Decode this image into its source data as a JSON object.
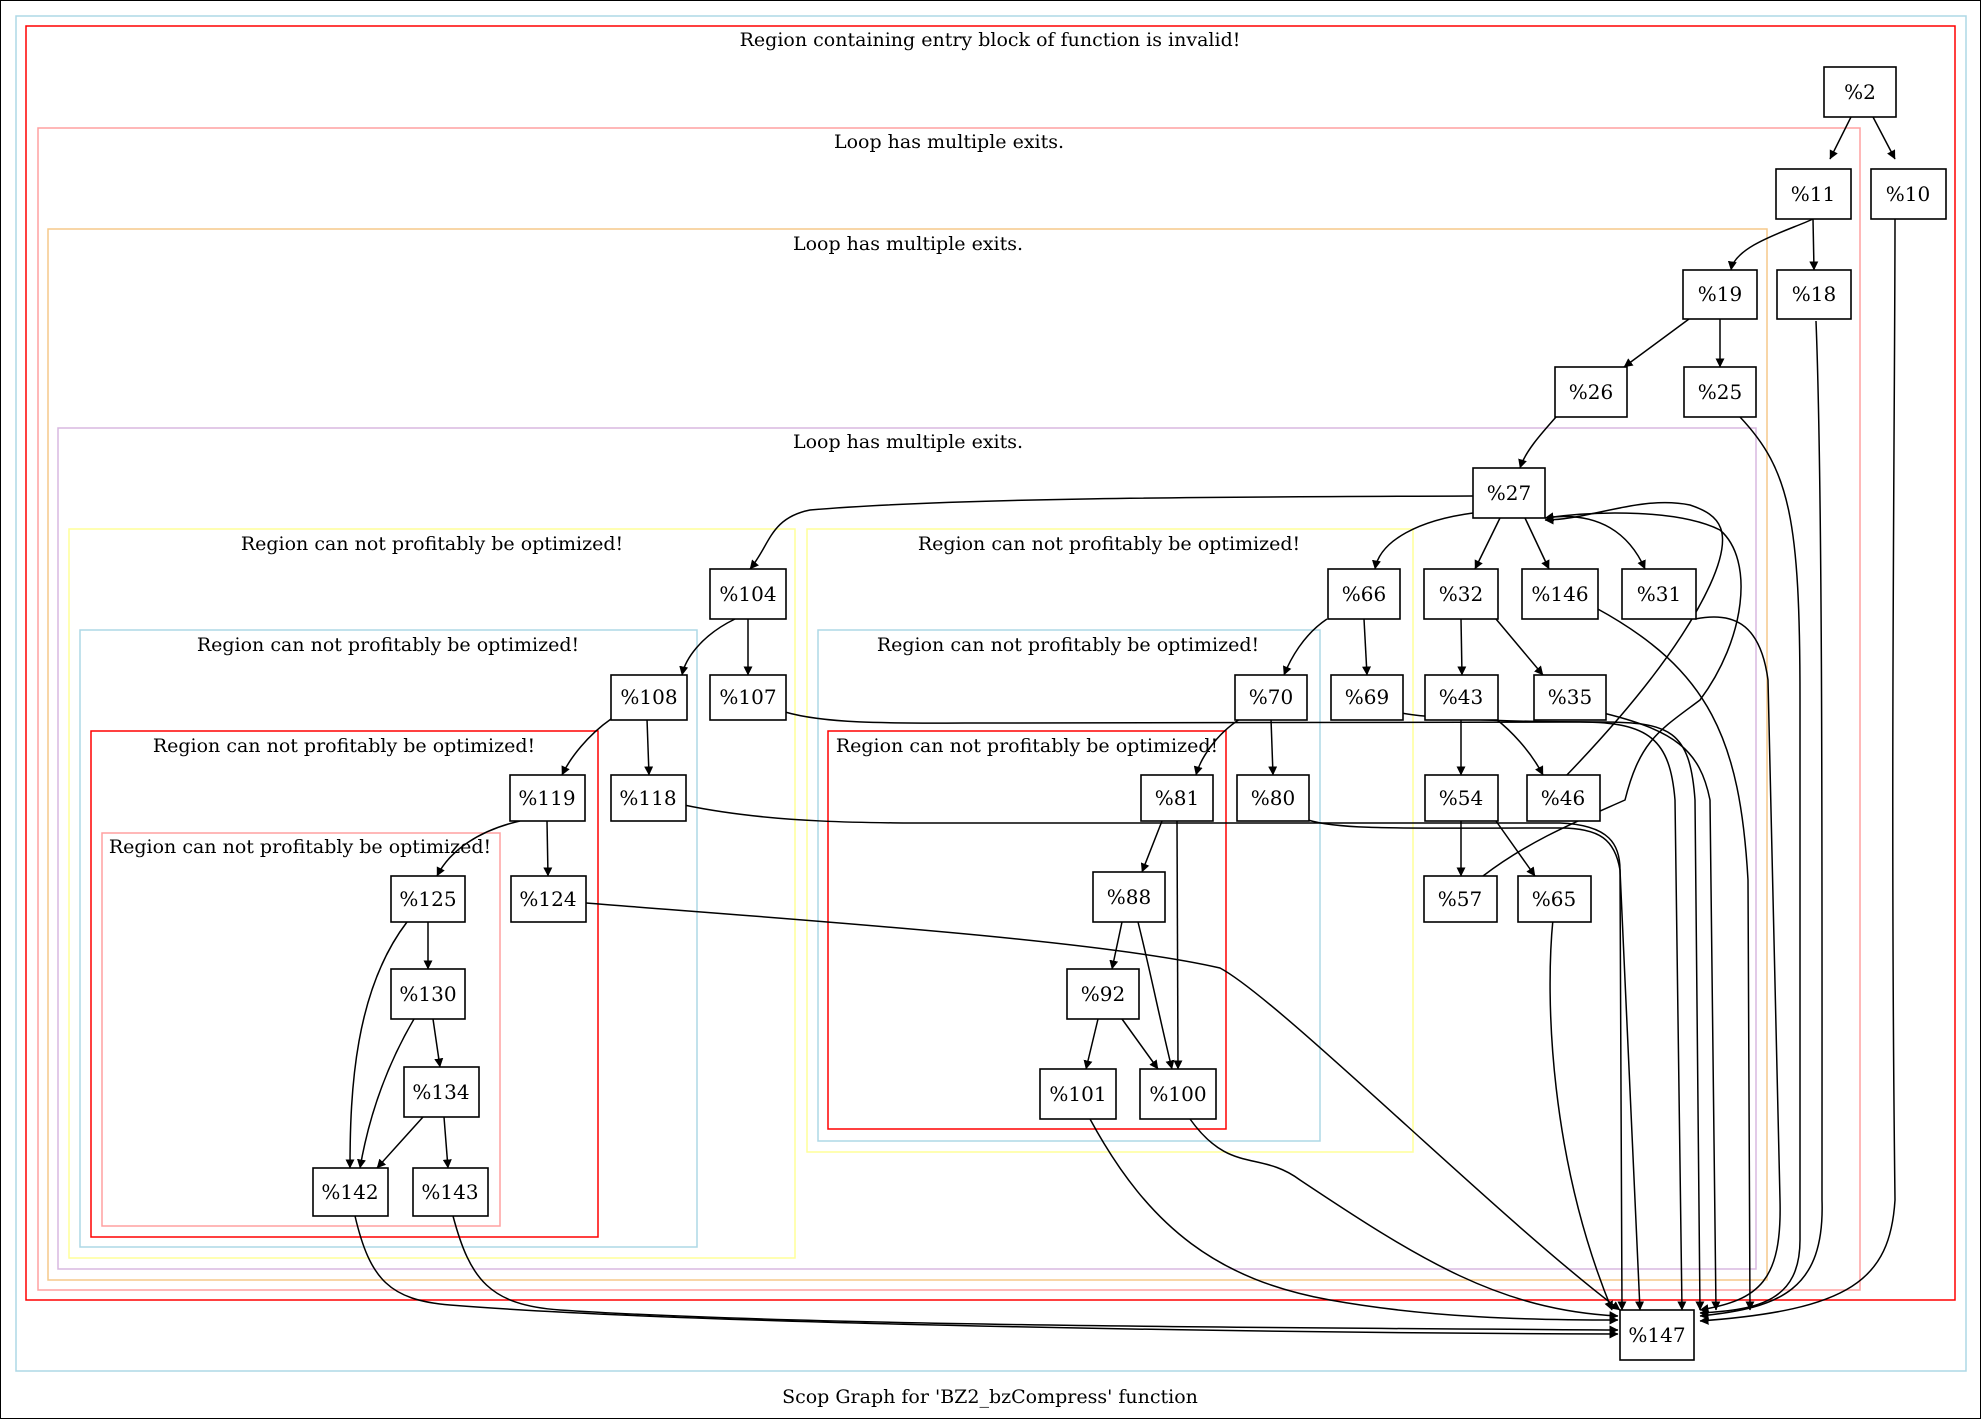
{
  "caption": "Scop Graph for 'BZ2_bzCompress' function",
  "clusters": {
    "outer": {
      "label": "",
      "color": "#add8e6"
    },
    "c1": {
      "label": "Region containing entry block of function is invalid!",
      "color": "#ff0000"
    },
    "c2": {
      "label": "Loop  has multiple exits.",
      "color": "#ffa0a0"
    },
    "c3": {
      "label": "Loop  has multiple exits.",
      "color": "#f5c98a"
    },
    "c4": {
      "label": "Loop  has multiple exits.",
      "color": "#d8b8e0"
    },
    "c5": {
      "label": "Region can not profitably be optimized!",
      "color": "#ffff99"
    },
    "c6": {
      "label": "Region can not profitably be optimized!",
      "color": "#add8e6"
    },
    "c7": {
      "label": "Region can not profitably be optimized!",
      "color": "#ff0000"
    },
    "c8": {
      "label": "Region can not profitably be optimized!",
      "color": "#ffa0a0"
    },
    "c9": {
      "label": "Region can not profitably be optimized!",
      "color": "#ffff99"
    },
    "c10": {
      "label": "Region can not profitably be optimized!",
      "color": "#add8e6"
    },
    "c11": {
      "label": "Region can not profitably be optimized!",
      "color": "#ff0000"
    }
  },
  "nodes": {
    "n2": "%2",
    "n10": "%10",
    "n11": "%11",
    "n18": "%18",
    "n19": "%19",
    "n25": "%25",
    "n26": "%26",
    "n27": "%27",
    "n104": "%104",
    "n108": "%108",
    "n107": "%107",
    "n119": "%119",
    "n118": "%118",
    "n125": "%125",
    "n124": "%124",
    "n130": "%130",
    "n134": "%134",
    "n142": "%142",
    "n143": "%143",
    "n66": "%66",
    "n70": "%70",
    "n69": "%69",
    "n81": "%81",
    "n80": "%80",
    "n88": "%88",
    "n92": "%92",
    "n101": "%101",
    "n100": "%100",
    "n32": "%32",
    "n146": "%146",
    "n31": "%31",
    "n43": "%43",
    "n35": "%35",
    "n54": "%54",
    "n46": "%46",
    "n57": "%57",
    "n65": "%65",
    "n147": "%147"
  },
  "colors": {
    "node_border": "#000000",
    "edge": "#000000",
    "background": "#ffffff"
  }
}
